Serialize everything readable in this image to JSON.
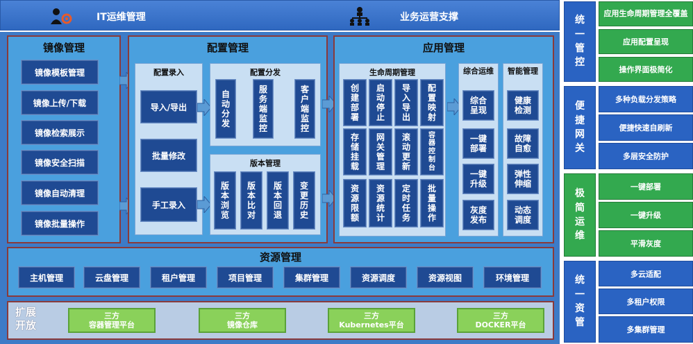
{
  "header": {
    "it_ops": "IT运维管理",
    "biz_ops": "业务运营支撑"
  },
  "image_mgmt": {
    "title": "镜像管理",
    "items": [
      "镜像模板管理",
      "镜像上传/下载",
      "镜像检索展示",
      "镜像安全扫描",
      "镜像自动清理",
      "镜像批量操作"
    ]
  },
  "config_mgmt": {
    "title": "配置管理",
    "entry": {
      "title": "配置录入",
      "items": [
        "导入/导出",
        "批量修改",
        "手工录入"
      ]
    },
    "distribution": {
      "title": "配置分发",
      "items": [
        "自动分发",
        "服务端监控",
        "客户端监控"
      ]
    },
    "version": {
      "title": "版本管理",
      "items": [
        "版本浏览",
        "版本比对",
        "版本回退",
        "变更历史"
      ]
    }
  },
  "app_mgmt": {
    "title": "应用管理",
    "lifecycle": {
      "title": "生命周期管理",
      "items": [
        "创建部署",
        "启动停止",
        "导入导出",
        "配置映射",
        "存储挂载",
        "网关管理",
        "滚动更新",
        "容器控制台",
        "资源限额",
        "资源统计",
        "定时任务",
        "批量操作"
      ]
    },
    "ops": {
      "title": "综合运维",
      "items": [
        "综合呈现",
        "一键部署",
        "一键升级",
        "灰度发布"
      ]
    },
    "smart": {
      "title": "智能管理",
      "items": [
        "健康检测",
        "故障自愈",
        "弹性伸缩",
        "动态调度"
      ]
    }
  },
  "resource_mgmt": {
    "title": "资源管理",
    "items": [
      "主机管理",
      "云盘管理",
      "租户管理",
      "项目管理",
      "集群管理",
      "资源调度",
      "资源视图",
      "环境管理"
    ]
  },
  "extension": {
    "title": "扩展开放",
    "items": [
      {
        "line1": "三方",
        "line2": "容器管理平台"
      },
      {
        "line1": "三方",
        "line2": "镜像仓库"
      },
      {
        "line1": "三方",
        "line2": "Kubernetes平台"
      },
      {
        "line1": "三方",
        "line2": "DOCKER平台"
      }
    ]
  },
  "side": {
    "groups": [
      {
        "category": "统一管控",
        "items": [
          "应用生命周期管理全覆盖",
          "应用配置呈现",
          "操作界面极简化"
        ]
      },
      {
        "category": "便捷网关",
        "items": [
          "多种负载分发策略",
          "便捷快速自刷新",
          "多层安全防护"
        ]
      },
      {
        "category": "极简运维",
        "items": [
          "一键部署",
          "一键升级",
          "平滑灰度"
        ]
      },
      {
        "category": "统一资管",
        "items": [
          "多云适配",
          "多租户权限",
          "多集群管理"
        ]
      }
    ]
  },
  "colors": {
    "main_blue": "#3d7bc7",
    "module_blue": "#4aa0de",
    "dark_button": "#1f4a93",
    "green": "#33a94f",
    "border_red": "#8a3a3a"
  }
}
